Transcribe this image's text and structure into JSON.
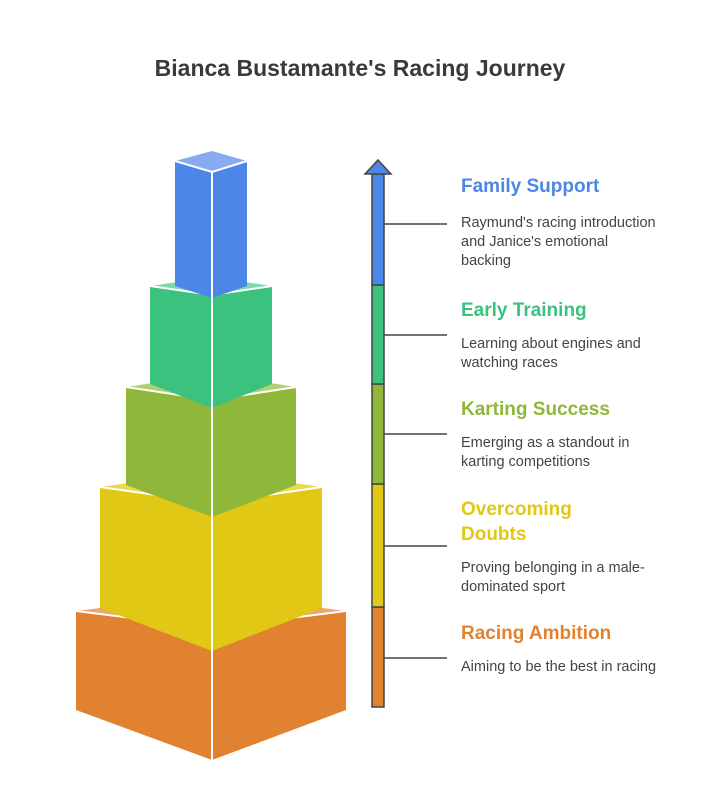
{
  "title": "Bianca Bustamante's Racing Journey",
  "colors": {
    "blue": "#4c86e6",
    "green": "#3bc27f",
    "olive": "#8fb83a",
    "yellow": "#e0c814",
    "orange": "#e0822f",
    "title_text": "#3a3a3a",
    "body_text": "#444444",
    "arrow_outline": "#444444"
  },
  "stages": [
    {
      "heading": "Family Support",
      "description": "Raymund's racing introduction and Janice's emotional backing",
      "color": "#4c86e6"
    },
    {
      "heading": "Early Training",
      "description": "Learning about engines and watching races",
      "color": "#3bc27f"
    },
    {
      "heading": "Karting Success",
      "description": "Emerging as a standout in karting competitions",
      "color": "#8fb83a"
    },
    {
      "heading": "Overcoming Doubts",
      "description": "Proving belonging in a male-dominated sport",
      "color": "#e0c814"
    },
    {
      "heading": "Racing Ambition",
      "description": "Aiming to be the best in racing",
      "color": "#e0822f"
    }
  ]
}
